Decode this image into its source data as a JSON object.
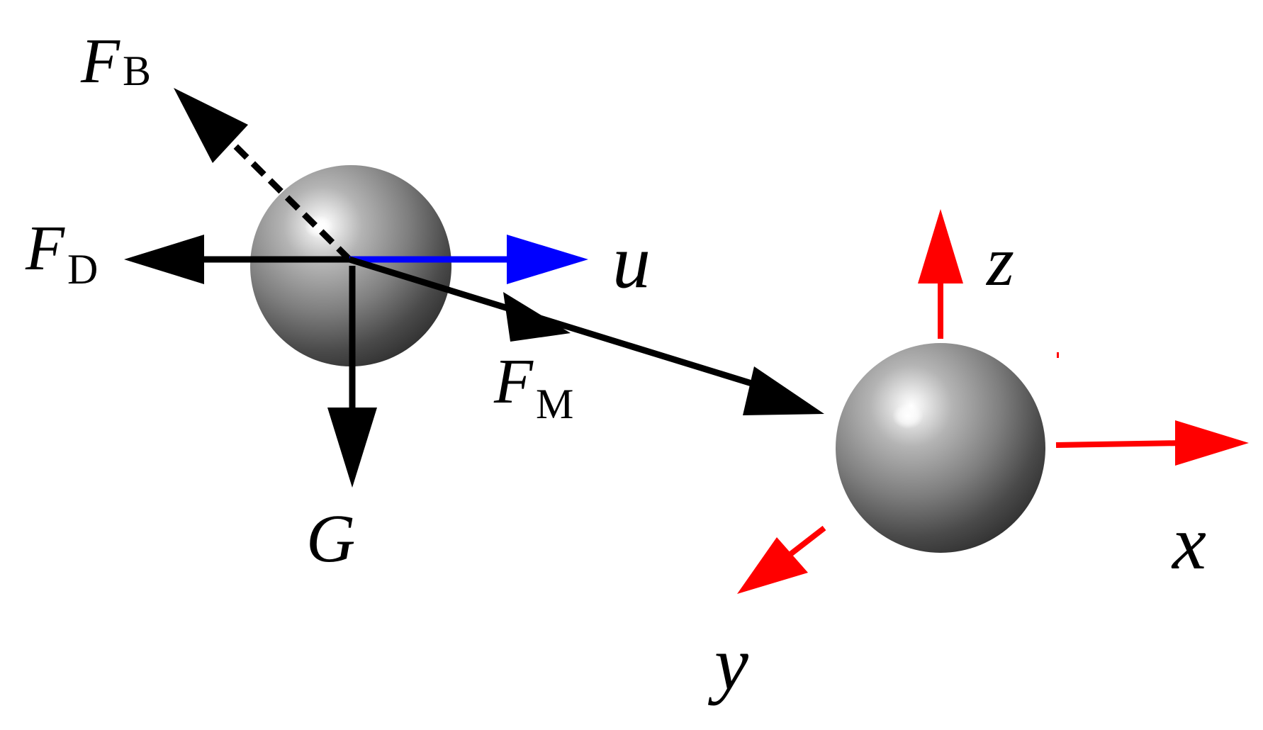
{
  "labels": {
    "fb_main": "F",
    "fb_sub": "B",
    "fd_main": "F",
    "fd_sub": "D",
    "fm_main": "F",
    "fm_sub": "M",
    "u": "u",
    "g": "G",
    "z": "z",
    "x": "x",
    "y": "y"
  },
  "colors": {
    "force": "#000000",
    "velocity": "#0000ff",
    "axis": "#ff0000"
  }
}
